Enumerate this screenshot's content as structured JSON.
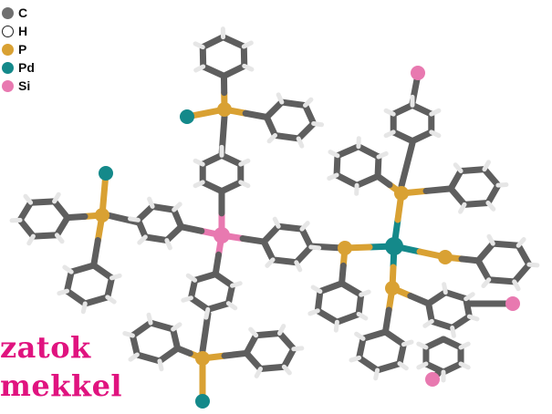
{
  "legend": [
    {
      "symbol": "C",
      "color": "#6f6f6f",
      "icon": "carbon-atom-dot"
    },
    {
      "symbol": "H",
      "color": "#ffffff",
      "icon": "hydrogen-atom-dot"
    },
    {
      "symbol": "P",
      "color": "#d9a133",
      "icon": "phosphorus-atom-dot"
    },
    {
      "symbol": "Pd",
      "color": "#14898a",
      "icon": "palladium-atom-dot"
    },
    {
      "symbol": "Si",
      "color": "#e879b0",
      "icon": "silicon-atom-dot"
    }
  ],
  "title": {
    "line1": "zatok",
    "line2": "mekkel",
    "color": "#e0137f"
  },
  "colors": {
    "carbon_bond": "#5e5e5e",
    "hydrogen": "#e6e6e6",
    "phosphorus": "#d9a133",
    "palladium": "#14898a",
    "silicon": "#e879b0"
  }
}
